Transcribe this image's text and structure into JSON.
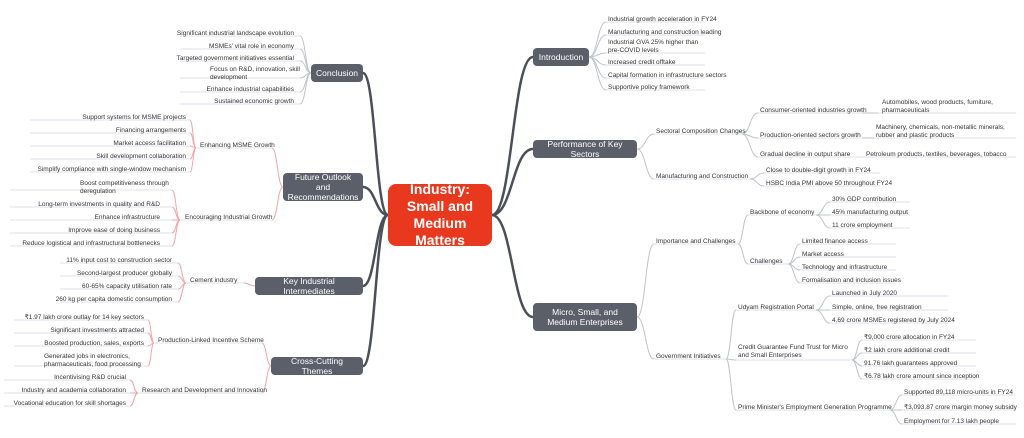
{
  "title": "Industry: Small and Medium Matters",
  "colors": {
    "center": "#e8381e",
    "branch": "#5b5f6a",
    "edge": "#4a4f5a",
    "leaf_line": "#bfc3ca",
    "rule_line": "#b9c2d8",
    "pink_line": "#f2a6a8"
  },
  "right": {
    "introduction": {
      "label": "Introduction",
      "items": [
        "Industrial growth acceleration in FY24",
        "Manufacturing and construction leading",
        "Industrial GVA 25% higher than pre-COVID levels",
        "Increased credit offtake",
        "Capital formation in infrastructure sectors",
        "Supportive policy framework"
      ]
    },
    "performance": {
      "label": "Performance of Key Sectors",
      "sectoral": {
        "label": "Sectoral Composition Changes",
        "consumer": {
          "label": "Consumer-oriented industries growth",
          "detail": "Automobiles, wood products, furniture, pharmaceuticals"
        },
        "production": {
          "label": "Production-oriented sectors growth",
          "detail": "Machinery, chemicals, non-metallic minerals, rubber and plastic products"
        },
        "decline": {
          "label": "Gradual decline in output share",
          "detail": "Petroleum products, textiles, beverages, tobacco"
        }
      },
      "manufacturing": {
        "label": "Manufacturing and Construction",
        "items": [
          "Close to double-digit growth in FY24",
          "HSBC India PMI above 50 throughout FY24"
        ]
      }
    },
    "msme": {
      "label": "Micro, Small, and Medium Enterprises",
      "importance": {
        "label": "Importance and Challenges",
        "backbone": {
          "label": "Backbone of economy",
          "items": [
            "30% GDP contribution",
            "45% manufacturing output",
            "11 crore employment"
          ]
        },
        "challenges": {
          "label": "Challenges",
          "items": [
            "Limited finance access",
            "Market access",
            "Technology and infrastructure",
            "Formalisation and inclusion issues"
          ]
        }
      },
      "initiatives": {
        "label": "Government Initiatives",
        "udyam": {
          "label": "Udyam Registration Portal",
          "items": [
            "Launched in July 2020",
            "Simple, online, free registration",
            "4.69 crore MSMEs registered by July 2024"
          ]
        },
        "cgtmse": {
          "label": "Credit Guarantee Fund Trust for Micro and Small Enterprises",
          "items": [
            "₹9,000 crore allocation in FY24",
            "₹2 lakh crore additional credit",
            "91.76 lakh guarantees approved",
            "₹6.78 lakh crore amount since inception"
          ]
        },
        "pmegp": {
          "label": "Prime Minister's Employment Generation Programme",
          "items": [
            "Supported 89,118 micro-units in FY24",
            "₹3,093.87 crore margin money subsidy",
            "Employment for 7.13 lakh people"
          ]
        }
      }
    }
  },
  "left": {
    "conclusion": {
      "label": "Conclusion",
      "items": [
        "Significant industrial landscape evolution",
        "MSMEs' vital role in economy",
        "Targeted government initiatives essential",
        "Focus on R&D, innovation, skill development",
        "Enhance industrial capabilities",
        "Sustained economic growth"
      ]
    },
    "future": {
      "label": "Future Outlook and Recommendations",
      "enhancing": {
        "label": "Enhancing MSME Growth",
        "items": [
          "Support systems for MSME projects",
          "Financing arrangements",
          "Market access facilitation",
          "Skill development collaboration",
          "Simplify compliance with single-window mechanism"
        ]
      },
      "encouraging": {
        "label": "Encouraging Industrial Growth",
        "items": [
          "Boost competitiveness through deregulation",
          "Long-term investments in quality and R&D",
          "Enhance infrastructure",
          "Improve ease of doing business",
          "Reduce logistical and infrastructural bottlenecks"
        ]
      }
    },
    "intermediates": {
      "label": "Key Industrial Intermediates",
      "cement": {
        "label": "Cement industry",
        "items": [
          "11% input cost to construction sector",
          "Second-largest producer globally",
          "60-65% capacity utilisation rate",
          "260 kg per capita domestic consumption"
        ]
      }
    },
    "crosscutting": {
      "label": "Cross-Cutting Themes",
      "pli": {
        "label": "Production-Linked Incentive Scheme",
        "items": [
          "₹1.97 lakh crore outlay for 14 key sectors",
          "Significant investments attracted",
          "Boosted production, sales, exports",
          "Generated jobs in electronics, pharmaceuticals, food processing"
        ]
      },
      "rnd": {
        "label": "Research and Development and Innovation",
        "items": [
          "Incentivising R&D crucial",
          "Industry and academia collaboration",
          "Vocational education for skill shortages"
        ]
      }
    }
  }
}
